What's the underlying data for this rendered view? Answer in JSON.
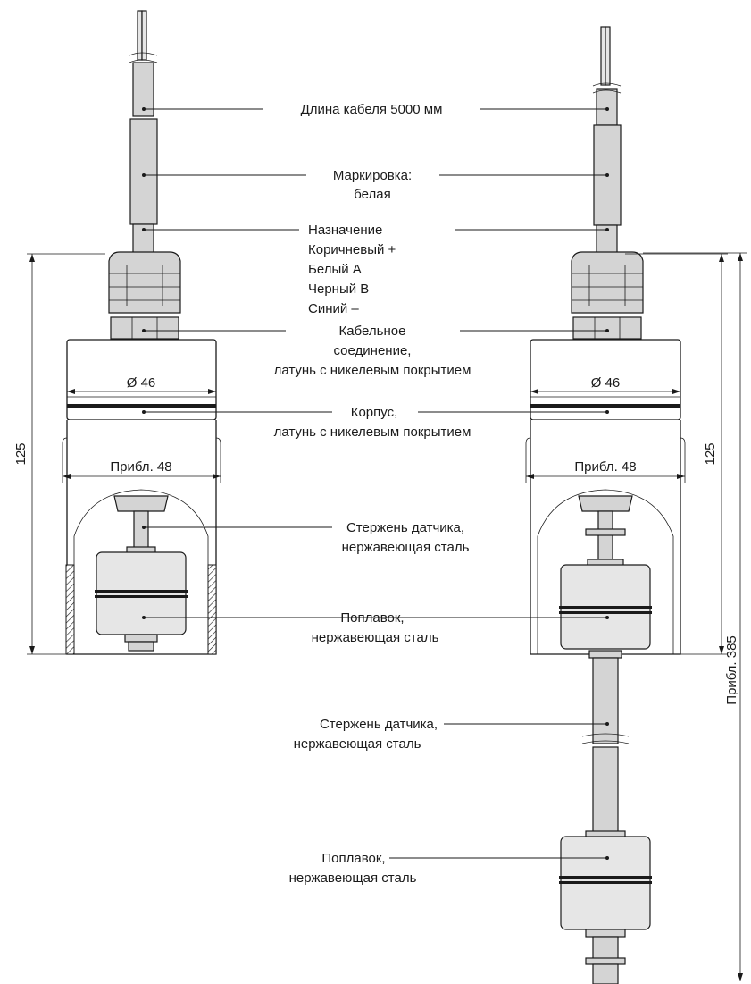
{
  "labels": {
    "cable_length": "Длина кабеля 5000 мм",
    "marking_1": "Маркировка:",
    "marking_2": "белая",
    "assign_1": "Назначение",
    "assign_2": "Коричневый +",
    "assign_3": "Белый A",
    "assign_4": "Черный B",
    "assign_5": "Синий –",
    "conn_1": "Кабельное",
    "conn_2": "соединение,",
    "conn_3": "латунь с никелевым покрытием",
    "housing_1": "Корпус,",
    "housing_2": "латунь с никелевым покрытием",
    "rod_1": "Стержень датчика,",
    "rod_2": "нержавеющая сталь",
    "float_1": "Поплавок,",
    "float_2": "нержавеющая сталь",
    "rod2_1": "Стержень датчика,",
    "rod2_2": "нержавеющая сталь",
    "float2_1": "Поплавок,",
    "float2_2": "нержавеющая сталь"
  },
  "dimensions": {
    "diameter_left": "Ø 46",
    "diameter_right": "Ø 46",
    "width_left": "Прибл. 48",
    "width_right": "Прибл. 48",
    "height_left": "125",
    "height_right": "125",
    "total_length": "Прибл. 385"
  }
}
